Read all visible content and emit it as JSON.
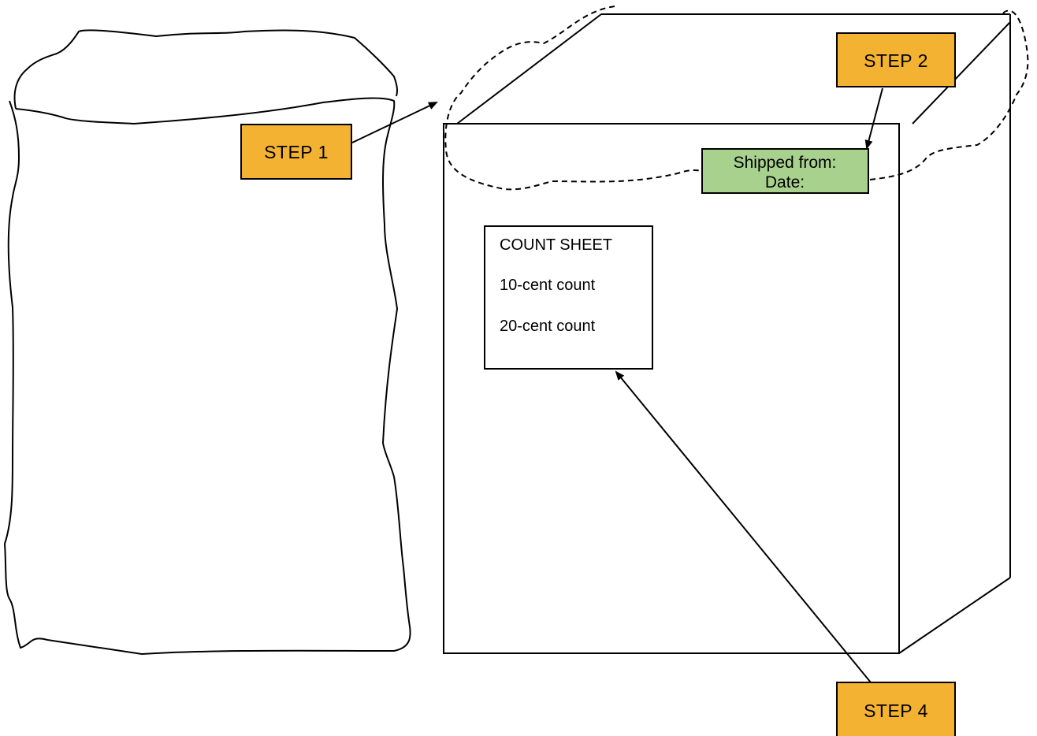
{
  "steps": {
    "step1": "STEP 1",
    "step2": "STEP 2",
    "step4": "STEP 4"
  },
  "shipping_label": {
    "line1": "Shipped from:",
    "line2": "Date:"
  },
  "count_sheet": {
    "title": "COUNT SHEET",
    "line1": "10-cent count",
    "line2": "20-cent count"
  },
  "colors": {
    "step_fill": "#F4B232",
    "label_fill": "#A9D18E",
    "stroke": "#000000"
  }
}
